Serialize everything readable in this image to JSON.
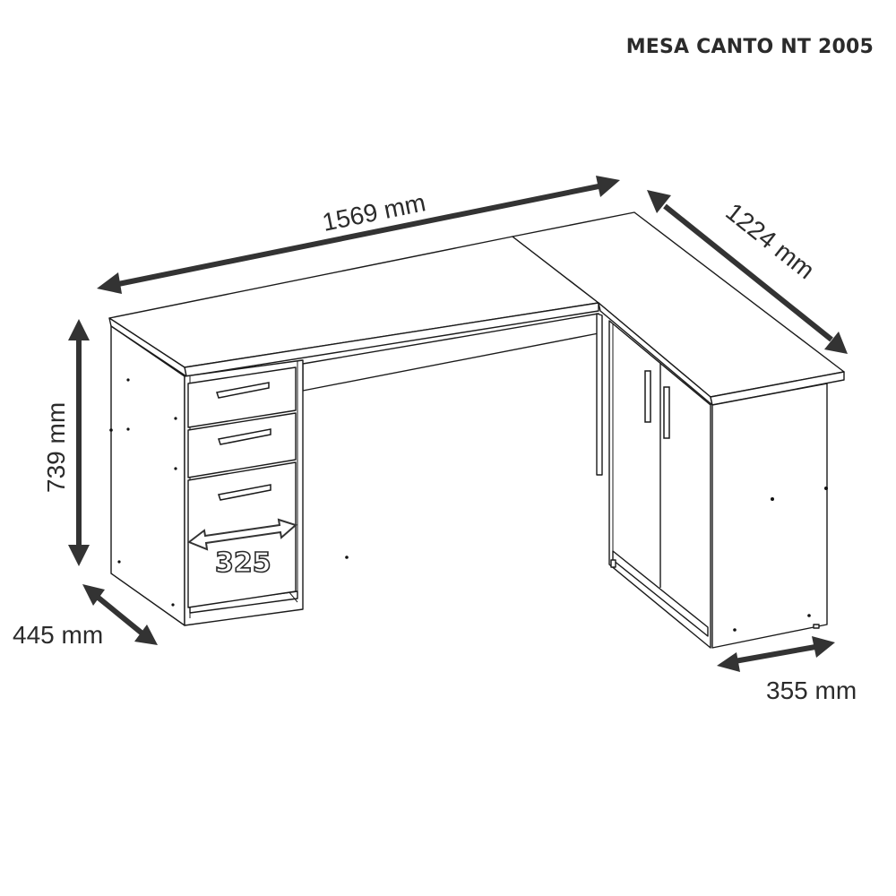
{
  "title": "MESA CANTO NT 2005",
  "dimensions": {
    "width_main": "1569 mm",
    "width_side": "1224 mm",
    "height": "739 mm",
    "depth_main": "445 mm",
    "depth_side": "355 mm",
    "drawer_width": "325"
  },
  "colors": {
    "line": "#1a1a1a",
    "arrow": "#333333",
    "text": "#2b2b2b",
    "background": "#ffffff"
  }
}
